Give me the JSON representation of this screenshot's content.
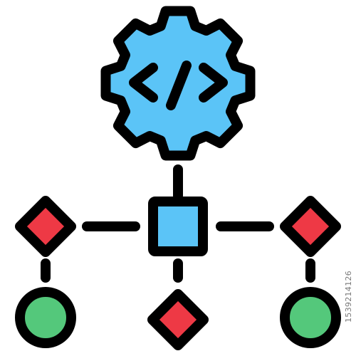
{
  "icon": {
    "name": "code-workflow-hierarchy-icon",
    "parts": [
      "gear-icon",
      "code-brackets-icon",
      "square-node",
      "diamond-node",
      "circle-node"
    ]
  },
  "colors": {
    "outline": "#000000",
    "gear_fill": "#5bc4f7",
    "square_fill": "#5bc4f7",
    "diamond_fill": "#ee3945",
    "circle_fill": "#54c87b",
    "background": "#ffffff"
  },
  "watermark": {
    "id_text": "1539214126"
  }
}
